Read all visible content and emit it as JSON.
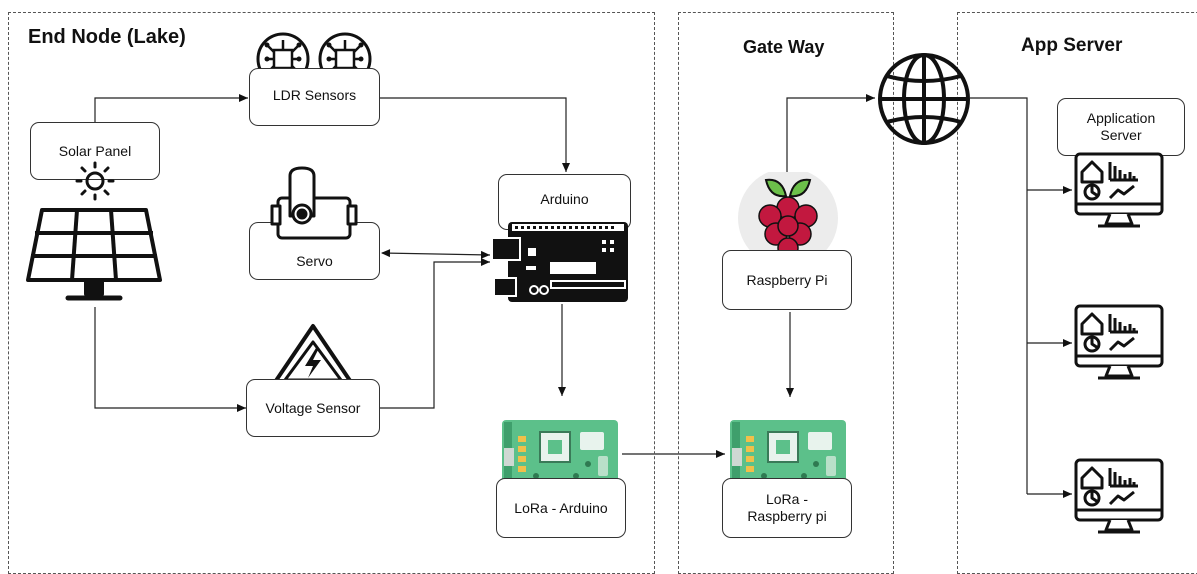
{
  "zones": {
    "end_node": "End Node (Lake)",
    "gateway": "Gate Way",
    "app_server": "App Server"
  },
  "nodes": {
    "solar_panel": "Solar Panel",
    "ldr_sensors": "LDR Sensors",
    "servo": "Servo",
    "voltage_sensor": "Voltage Sensor",
    "arduino": "Arduino",
    "lora_arduino": "LoRa - Arduino",
    "raspberry_pi": "Raspberry Pi",
    "lora_raspberry_line1": "LoRa -",
    "lora_raspberry_line2": "Raspberry pi",
    "application_server_line1": "Application",
    "application_server_line2": "Server"
  },
  "icons": {
    "sun": "sun-icon",
    "solar_panel": "solar-panel-icon",
    "ldr": "chip-icon",
    "servo": "servo-icon",
    "voltage": "high-voltage-warning-icon",
    "arduino": "arduino-board-icon",
    "lora": "lora-module-icon",
    "raspberry": "raspberry-pi-logo-icon",
    "globe": "globe-icon",
    "monitor": "dashboard-monitor-icon"
  },
  "colors": {
    "lora_board": "#5cc08a",
    "raspberry_red": "#c2183f",
    "raspberry_leaf": "#6cc04a"
  }
}
